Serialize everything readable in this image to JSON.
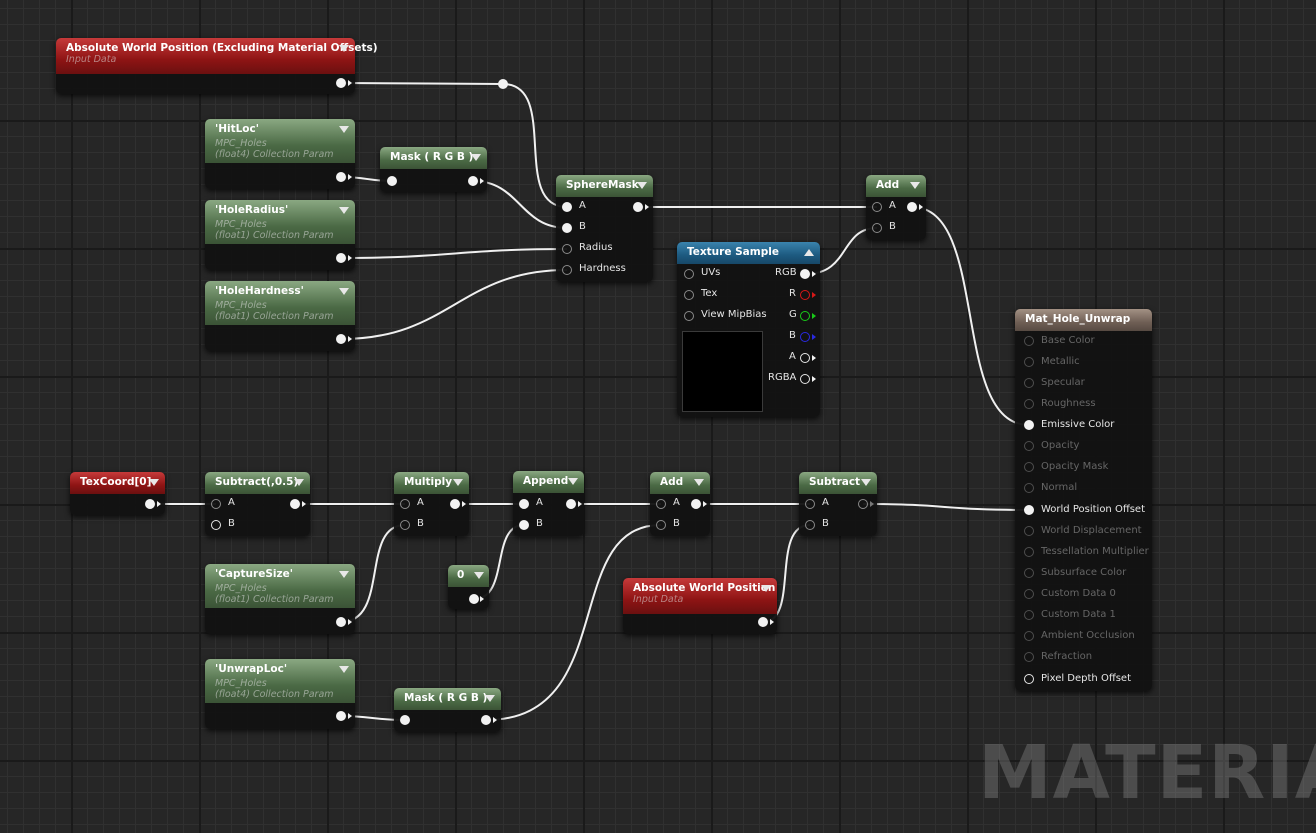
{
  "watermark": "MATERIAL",
  "colors": {
    "wire": "#f0f0f0",
    "grid_major": "#1a1a1a",
    "grid_minor": "#303030",
    "background": "#262626"
  },
  "nodes": {
    "abs_world_pos_excl": {
      "title": "Absolute World Position (Excluding Material Offsets)",
      "subtitle": "Input Data"
    },
    "hitloc": {
      "title": "'HitLoc'",
      "line1": "MPC_Holes",
      "line2": "(float4) Collection Param"
    },
    "hole_radius": {
      "title": "'HoleRadius'",
      "line1": "MPC_Holes",
      "line2": "(float1) Collection Param"
    },
    "hole_hardness": {
      "title": "'HoleHardness'",
      "line1": "MPC_Holes",
      "line2": "(float1) Collection Param"
    },
    "mask_rgb_top": {
      "title": "Mask ( R G B )"
    },
    "spheremask": {
      "title": "SphereMask",
      "pins": {
        "a": "A",
        "b": "B",
        "radius": "Radius",
        "hardness": "Hardness"
      }
    },
    "add_top": {
      "title": "Add",
      "pins": {
        "a": "A",
        "b": "B"
      }
    },
    "texture_sample": {
      "title": "Texture Sample",
      "inputs": {
        "uvs": "UVs",
        "tex": "Tex",
        "mip": "View MipBias"
      },
      "outputs": {
        "rgb": "RGB",
        "r": "R",
        "g": "G",
        "b": "B",
        "a": "A",
        "rgba": "RGBA"
      }
    },
    "mat_hole_unwrap": {
      "title": "Mat_Hole_Unwrap",
      "inputs": [
        "Base Color",
        "Metallic",
        "Specular",
        "Roughness",
        "Emissive Color",
        "Opacity",
        "Opacity Mask",
        "Normal",
        "World Position Offset",
        "World Displacement",
        "Tessellation Multiplier",
        "Subsurface Color",
        "Custom Data 0",
        "Custom Data 1",
        "Ambient Occlusion",
        "Refraction",
        "Pixel Depth Offset"
      ]
    },
    "texcoord": {
      "title": "TexCoord[0]"
    },
    "subtract_05": {
      "title": "Subtract(,0.5)",
      "pins": {
        "a": "A",
        "b": "B"
      }
    },
    "multiply": {
      "title": "Multiply",
      "pins": {
        "a": "A",
        "b": "B"
      }
    },
    "append": {
      "title": "Append",
      "pins": {
        "a": "A",
        "b": "B"
      }
    },
    "add_bottom": {
      "title": "Add",
      "pins": {
        "a": "A",
        "b": "B"
      }
    },
    "subtract": {
      "title": "Subtract",
      "pins": {
        "a": "A",
        "b": "B"
      }
    },
    "capture_size": {
      "title": "'CaptureSize'",
      "line1": "MPC_Holes",
      "line2": "(float1) Collection Param"
    },
    "zero": {
      "title": "0"
    },
    "abs_world_pos": {
      "title": "Absolute World Position",
      "subtitle": "Input Data"
    },
    "unwrap_loc": {
      "title": "'UnwrapLoc'",
      "line1": "MPC_Holes",
      "line2": "(float4) Collection Param"
    },
    "mask_rgb_bottom": {
      "title": "Mask ( R G B )"
    }
  }
}
